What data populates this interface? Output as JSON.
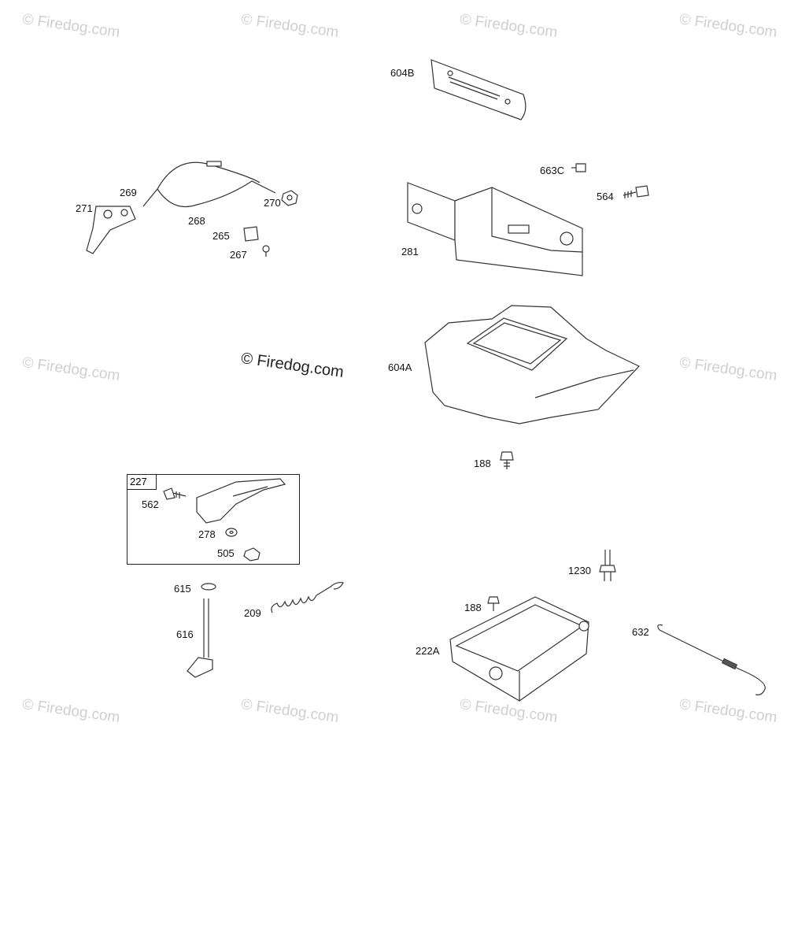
{
  "watermark": {
    "text": "© Firedog.com",
    "center_text": "© Firedog.com"
  },
  "kit": {
    "label": "227"
  },
  "parts": [
    {
      "id": "604b",
      "label": "604B"
    },
    {
      "id": "663c",
      "label": "663C"
    },
    {
      "id": "564",
      "label": "564"
    },
    {
      "id": "281",
      "label": "281"
    },
    {
      "id": "269",
      "label": "269"
    },
    {
      "id": "271",
      "label": "271"
    },
    {
      "id": "268",
      "label": "268"
    },
    {
      "id": "270",
      "label": "270"
    },
    {
      "id": "265",
      "label": "265"
    },
    {
      "id": "267",
      "label": "267"
    },
    {
      "id": "604a",
      "label": "604A"
    },
    {
      "id": "188a",
      "label": "188"
    },
    {
      "id": "562",
      "label": "562"
    },
    {
      "id": "278",
      "label": "278"
    },
    {
      "id": "505",
      "label": "505"
    },
    {
      "id": "615",
      "label": "615"
    },
    {
      "id": "616",
      "label": "616"
    },
    {
      "id": "209",
      "label": "209"
    },
    {
      "id": "1230",
      "label": "1230"
    },
    {
      "id": "188b",
      "label": "188"
    },
    {
      "id": "632",
      "label": "632"
    },
    {
      "id": "222a",
      "label": "222A"
    }
  ]
}
